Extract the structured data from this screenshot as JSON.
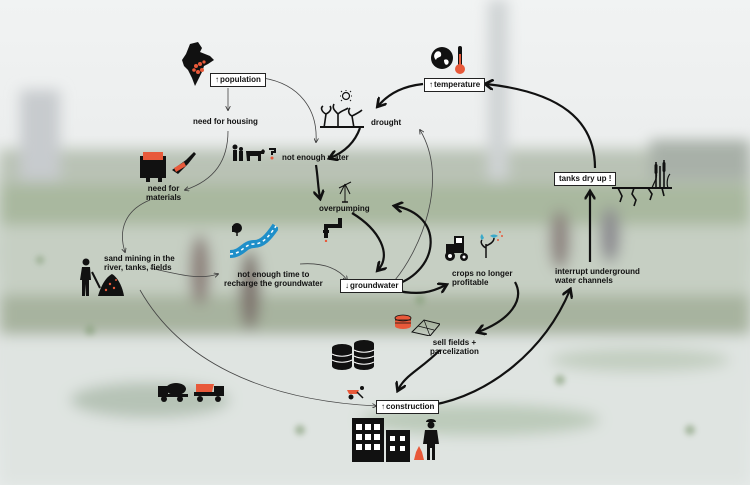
{
  "nodes": {
    "population": "population",
    "need_for_housing": "need for housing",
    "need_for_materials": "need for\nmaterials",
    "sand_mining": "sand mining in the\nriver, tanks, fields",
    "not_enough_water": "not enough water",
    "drought": "drought",
    "temperature": "temperature",
    "tanks_dry_up": "tanks dry up !",
    "overpumping": "overpumping",
    "not_enough_time": "not enough time to\nrecharge the groundwater",
    "groundwater": "groundwater",
    "crops_no_longer": "crops no longer\nprofitable",
    "interrupt_channels": "interrupt underground\nwater channels",
    "sell_fields": "sell fields +\nparcelization",
    "construction": "construction"
  },
  "arrow_prefix": {
    "increase": "↑",
    "decrease": "↓"
  },
  "colors": {
    "accent": "#e8593a",
    "ink": "#111111"
  },
  "icons": [
    "india-map-icon",
    "people-icon",
    "brick-stack-icon",
    "construction-worker-icon",
    "sun-icon",
    "dry-plants-icon",
    "globe-icon",
    "thermometer-icon",
    "cracked-ground-icon",
    "cattail-plant-icon",
    "family-cattle-tap-icon",
    "well-pump-icon",
    "pipe-icon",
    "river-icon",
    "tractor-icon",
    "sapling-icon",
    "coin-stack-icon",
    "coins-and-field-icon",
    "cement-mixer-icon",
    "dump-truck-icon",
    "building-icon",
    "bricks-icon"
  ]
}
